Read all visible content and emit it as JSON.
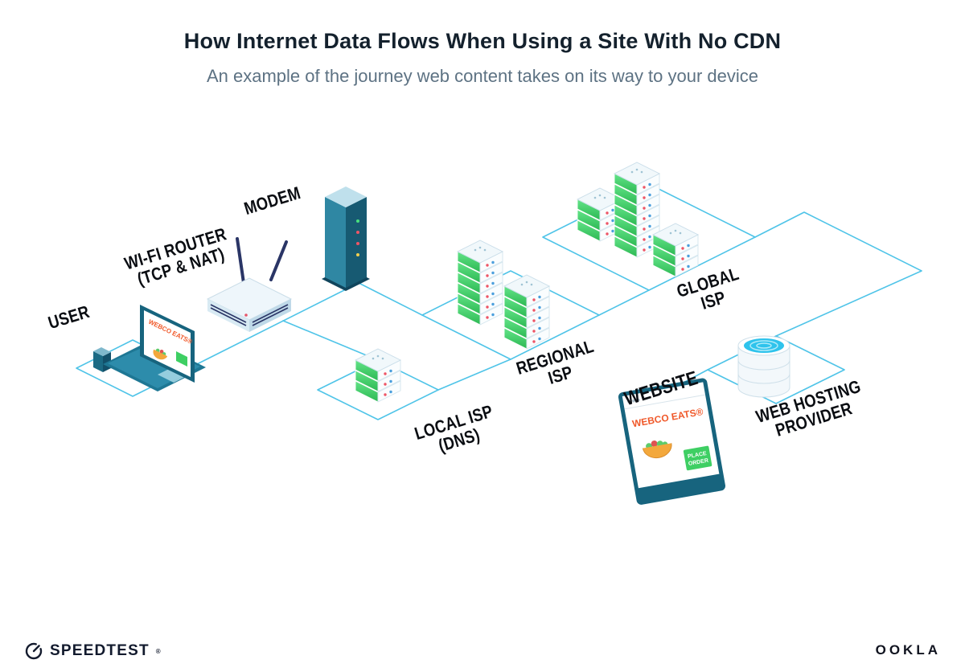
{
  "header": {
    "title": "How Internet Data Flows When Using a Site With No CDN",
    "subtitle": "An example of the journey web content takes on its way to your device"
  },
  "nodes": [
    {
      "id": "user",
      "lines": [
        "USER"
      ]
    },
    {
      "id": "wifi-router",
      "lines": [
        "WI-FI ROUTER",
        "(TCP & NAT)"
      ]
    },
    {
      "id": "modem",
      "lines": [
        "MODEM"
      ]
    },
    {
      "id": "local-isp",
      "lines": [
        "LOCAL ISP",
        "(DNS)"
      ]
    },
    {
      "id": "regional-isp",
      "lines": [
        "REGIONAL",
        "ISP"
      ]
    },
    {
      "id": "global-isp",
      "lines": [
        "GLOBAL",
        "ISP"
      ]
    },
    {
      "id": "website",
      "lines": [
        "WEBSITE"
      ]
    },
    {
      "id": "web-hosting",
      "lines": [
        "WEB HOSTING",
        "PROVIDER"
      ]
    }
  ],
  "screens": {
    "laptop": {
      "site_name": "WEBCO EATS®"
    },
    "website": {
      "site_name": "WEBCO EATS®",
      "cta": [
        "PLACE",
        "ORDER"
      ]
    }
  },
  "footer": {
    "speedtest_wordmark": "SPEEDTEST",
    "speedtest_mark": "®",
    "ookla_wordmark": "OOKLA"
  },
  "colors": {
    "connection_line": "#4fc4e8",
    "title_text": "#14212d",
    "subtitle_text": "#5d7283",
    "server_green": "#3ecf63",
    "device_teal": "#17647e",
    "brand_orange": "#f0592a",
    "water_cyan": "#2ec3ec"
  }
}
